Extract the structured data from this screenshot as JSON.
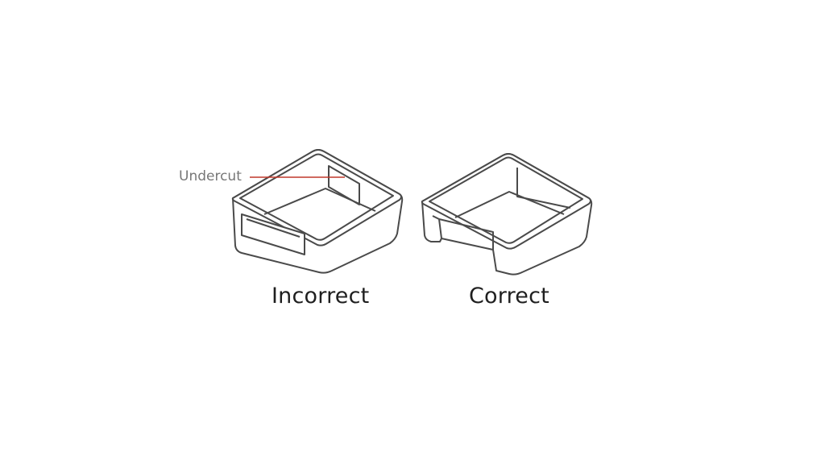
{
  "diagram": {
    "callout": {
      "label": "Undercut",
      "line_color": "#c0392b"
    },
    "captions": {
      "incorrect": "Incorrect",
      "correct": "Correct"
    },
    "colors": {
      "outline": "#4a4a4a",
      "fill": "#ffffff",
      "label": "#777777"
    }
  }
}
